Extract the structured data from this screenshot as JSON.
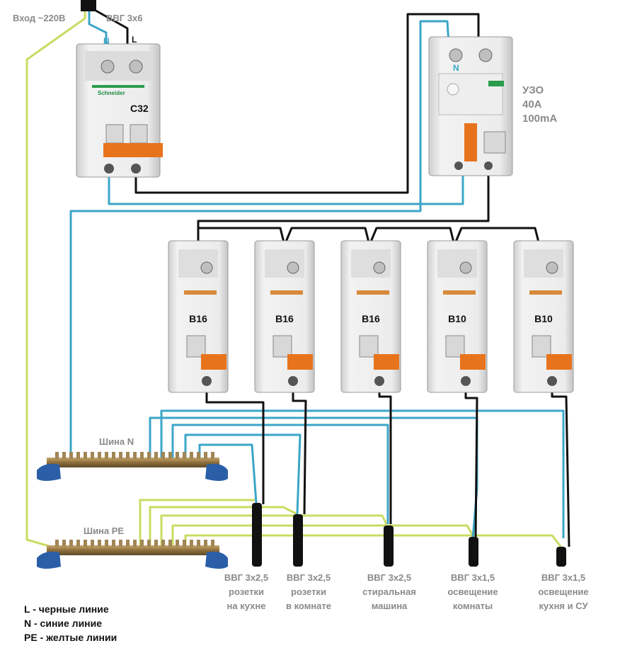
{
  "labels": {
    "input": "Вход ~220В",
    "input_cable": "ВВГ 3х6",
    "main_n": "N",
    "main_l": "L",
    "main_breaker": "C32",
    "brand": "Schneider",
    "rcd_n": "N",
    "rcd_title": "УЗО",
    "rcd_current": "40А",
    "rcd_leak": "100mA",
    "bus_n": "Шина N",
    "bus_pe": "Шина PE"
  },
  "breakers": [
    {
      "rating": "B16",
      "cable": "ВВГ 3х2,5",
      "line1": "розетки",
      "line2": "на кухне"
    },
    {
      "rating": "B16",
      "cable": "ВВГ 3х2,5",
      "line1": "розетки",
      "line2": "в комнате"
    },
    {
      "rating": "B16",
      "cable": "ВВГ 3х2,5",
      "line1": "стиральная",
      "line2": "машина"
    },
    {
      "rating": "B10",
      "cable": "ВВГ 3х1,5",
      "line1": "освещение",
      "line2": "комнаты"
    },
    {
      "rating": "B10",
      "cable": "ВВГ 3х1,5",
      "line1": "освещение",
      "line2": "кухня и СУ"
    }
  ],
  "legend": {
    "l": "L - черные линие",
    "n": "N - синие линие",
    "pe": "PE - желтые линии"
  },
  "colors": {
    "phase": "#111111",
    "neutral": "#3ba6c8",
    "earth": "#c9dc62",
    "body": "#e6e6e6",
    "orange": "#e8731d"
  }
}
